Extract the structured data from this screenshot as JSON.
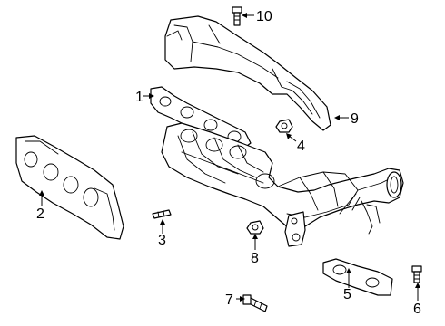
{
  "callouts": [
    {
      "label": "1"
    },
    {
      "label": "2"
    },
    {
      "label": "3"
    },
    {
      "label": "4"
    },
    {
      "label": "5"
    },
    {
      "label": "6"
    },
    {
      "label": "7"
    },
    {
      "label": "8"
    },
    {
      "label": "9"
    },
    {
      "label": "10"
    }
  ],
  "parts": [
    {
      "number": "1",
      "icon": "manifold-gasket-icon"
    },
    {
      "number": "2",
      "icon": "heat-shield-gasket-icon"
    },
    {
      "number": "3",
      "icon": "stud-icon"
    },
    {
      "number": "4",
      "icon": "nut-icon"
    },
    {
      "number": "5",
      "icon": "flange-gasket-icon"
    },
    {
      "number": "6",
      "icon": "bolt-icon"
    },
    {
      "number": "7",
      "icon": "stud-icon"
    },
    {
      "number": "8",
      "icon": "nut-icon"
    },
    {
      "number": "9",
      "icon": "upper-heat-shield-icon"
    },
    {
      "number": "10",
      "icon": "bolt-icon"
    }
  ]
}
